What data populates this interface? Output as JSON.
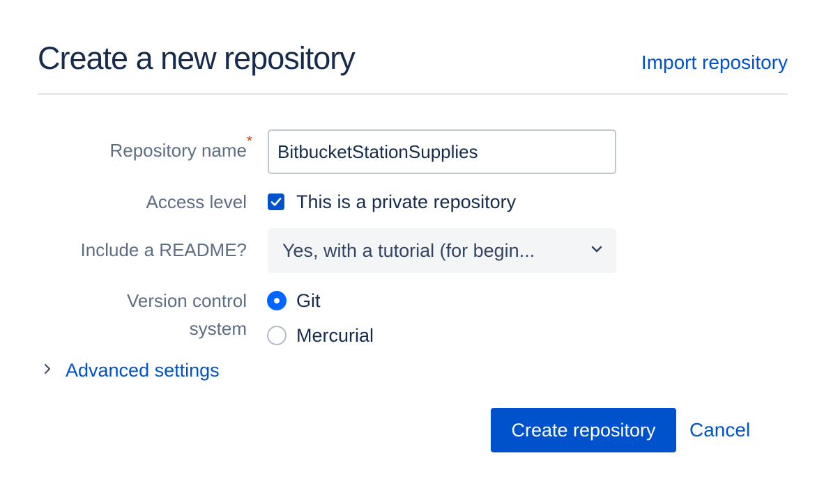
{
  "header": {
    "title": "Create a new repository",
    "import_link": "Import repository"
  },
  "form": {
    "repo_name": {
      "label": "Repository name",
      "required_marker": "*",
      "value": "BitbucketStationSupplies"
    },
    "access_level": {
      "label": "Access level",
      "checkbox_label": "This is a private repository",
      "checked": true
    },
    "readme": {
      "label": "Include a README?",
      "selected": "Yes, with a tutorial (for begin..."
    },
    "vcs": {
      "label_line1": "Version control",
      "label_line2": "system",
      "options": [
        {
          "label": "Git",
          "selected": true
        },
        {
          "label": "Mercurial",
          "selected": false
        }
      ]
    },
    "advanced": {
      "label": "Advanced settings"
    }
  },
  "actions": {
    "create_label": "Create repository",
    "cancel_label": "Cancel"
  },
  "colors": {
    "accent": "#0052cc",
    "radio_selected": "#0065ff",
    "required": "#de350b",
    "label_text": "#5e6c84",
    "title_text": "#172b4d"
  },
  "icons": {
    "checkbox": "check-icon",
    "select": "chevron-down-icon",
    "advanced": "chevron-right-icon"
  }
}
